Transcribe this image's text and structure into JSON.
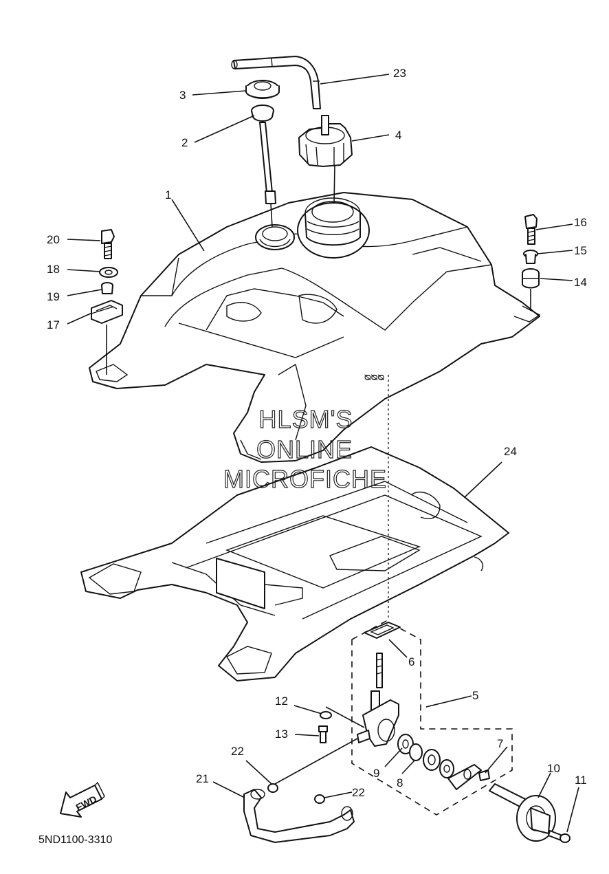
{
  "diagram_code": "5ND1100-3310",
  "watermark": {
    "line1": "HLSM'S",
    "line2": "ONLINE",
    "line3": "MICROFICHE"
  },
  "fwd_label": "FWD",
  "tank_stamp": "ᴓᴓᴓ",
  "callouts": {
    "c1": "1",
    "c2": "2",
    "c3": "3",
    "c4": "4",
    "c5": "5",
    "c6": "6",
    "c7": "7",
    "c8": "8",
    "c9": "9",
    "c10": "10",
    "c11": "11",
    "c12": "12",
    "c13": "13",
    "c14": "14",
    "c15": "15",
    "c16": "16",
    "c17": "17",
    "c18": "18",
    "c19": "19",
    "c20": "20",
    "c21": "21",
    "c22a": "22",
    "c22b": "22",
    "c23": "23",
    "c24": "24"
  }
}
